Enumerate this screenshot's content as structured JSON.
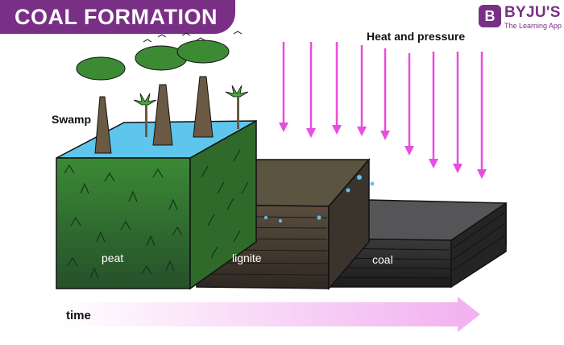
{
  "title": "COAL FORMATION",
  "logo": {
    "mark": "B",
    "name": "BYJU'S",
    "tagline": "The Learning App",
    "color": "#7a2f86"
  },
  "labels": {
    "heat_and_pressure": "Heat and pressure",
    "swamp": "Swamp",
    "time": "time"
  },
  "layers": [
    {
      "name": "peat",
      "color": "#3f7f35"
    },
    {
      "name": "lignite",
      "color": "#4a4036"
    },
    {
      "name": "coal",
      "color": "#2b2b2b"
    }
  ],
  "colors": {
    "arrows": "#e84de0",
    "time_arrow": "#f2b3f0",
    "water": "#5fc4e8"
  }
}
